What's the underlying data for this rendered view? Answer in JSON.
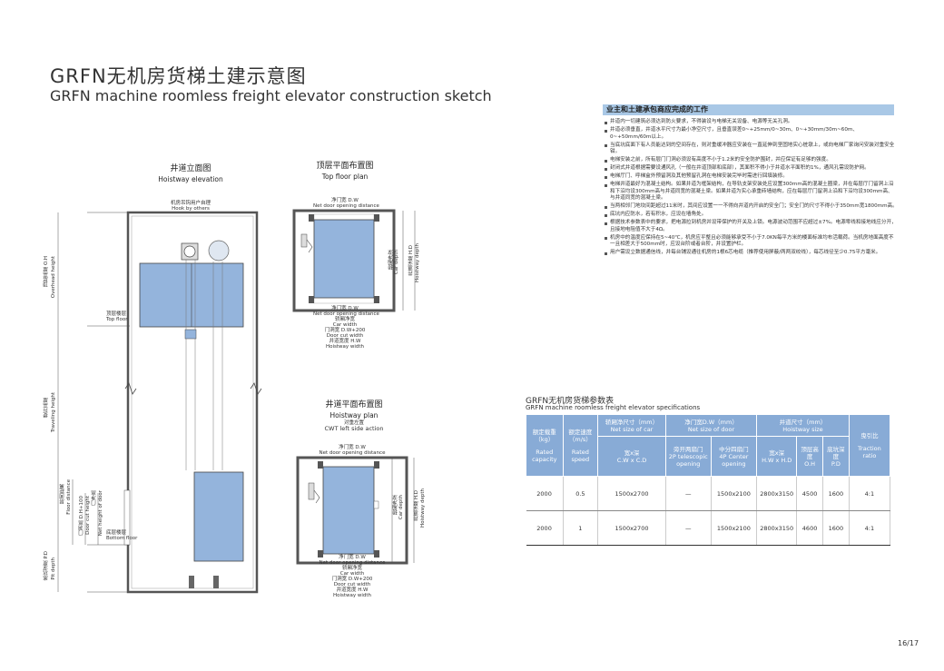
{
  "title_cn": "GRFN无机房货梯土建示意图",
  "title_en": "GRFN machine roomless freight elevator construction sketch",
  "elev": {
    "title_cn": "井道立面图",
    "title_en": "Hoistway elevation",
    "hook_cn": "机房吊钩用户自理",
    "hook_en": "Hook by others",
    "oh_label": "顶层高度 O.H",
    "oh_en": "Overhead height",
    "top_floor_cn": "顶层楼层",
    "top_floor_en": "Top floor",
    "travel_cn": "提升高度",
    "travel_en": "Traveling height",
    "floor_dist_cn": "层间距离",
    "floor_dist_en": "Floor distance",
    "door_h_cn": "门洞高 D.H+100",
    "door_h_en": "Door cut height",
    "clear_h_cn": "门净高",
    "clear_h_en": "Net height of door",
    "bottom_cn": "底层楼层",
    "bottom_en": "Bottom floor",
    "pit_cn": "底坑深度 P.D",
    "pit_en": "Pit depth"
  },
  "topplan": {
    "title_cn": "顶层平面布置图",
    "title_en": "Top floor plan",
    "dw_cn": "净门宽 D.W",
    "dw_en": "Net door opening distance",
    "car_w_cn": "轿厢净宽",
    "car_w_en": "Car width",
    "door_cut_cn": "门洞宽 D.W+200",
    "door_cut_en": "Door cut width",
    "hw_cn": "井道宽度 H.W",
    "hw_en": "Hoistway width",
    "car_d_cn": "轿厢净深",
    "car_d_en": "Car depth",
    "hd_cn": "井道深度 H.D",
    "hd_en": "Hoistway depth"
  },
  "hoistplan": {
    "title_cn": "井道平面布置图",
    "title_en": "Hoistway plan",
    "cwt_cn": "对重左置",
    "cwt_en": "CWT left side action"
  },
  "work": {
    "heading": "业主和土建承包商应完成的工作",
    "items": [
      "井道内一切建筑必须达到防火要求，不得装设与电梯无关设备、电源等无关孔洞。",
      "井道必须垂直，井道水平尺寸为最小净空尺寸，且垂直误差0~+25mm/0~30m、0~+30mm/30m~60m、0~+50mm/60m以上。",
      "当底坑底面下有人员能达到的空间存在，则对重缓冲器应安装在一直延伸到坚固地实心桩墩上，或向电梯厂家询问安装对重安全钳。",
      "电梯安装之前，所有层门门洞必须设有高度不小于1.2米的安全防护围封，并应保证有足够的强度。",
      "封闭式井道根据需要设通风孔（一般在井道顶部和底部），其面积不得小于井道水平面积的1%，通风孔需设防护网。",
      "电梯厅门、呼梯盒外预留洞及其他预留孔洞在电梯安装完毕时需进行回填装修。",
      "电梯井道最好为混凝土结构。如果井道为框架结构，在导轨支架安装处应设置300mm高的混凝土圈梁，并在每层厅门留洞上沿和下沿均设300mm高与井道同宽的混凝土梁。如果井道为实心承重砖墙结构，应在每层厅门留洞上沿和下沿均设300mm高、与井道同宽的混凝土梁。",
      "当两相邻门地坎间距超过11米时，其间应设置一一不得向井道内开启的安全门；安全门的尺寸不得小于350mm宽1800mm高。",
      "底坑内应防水，若有积水，应设在墙角处。",
      "根据技术参数表中的要求，把电源拉到机房并设带保护的开关及上锁。电源波动范围不应超过±7%。电源零线和接地线应分开，且接地电阻值不大于4Ω。",
      "机房中的温度应保持在5~40℃，机房应平整且必须能够承受不小于7.0KN每平方米的楼面标准均布活载荷。当机房地面高度不一且相差大于500mm时，应设台阶或者台阶，并设置护栏。",
      "用户需设立数据通信线，并每台铺设通往机房的1根6芯电缆（推荐使用屏蔽/两两双绞线），每芯线径至少0.75平方毫米。"
    ]
  },
  "spec": {
    "caption_cn": "GRFN无机房货梯参数表",
    "caption_en": "GRFN machine roomless freight elevator specifications",
    "headers": {
      "capacity_cn": "额定载重（kg）",
      "capacity_en": "Rated capacity",
      "speed_cn": "额定速度（m/s）",
      "speed_en": "Rated speed",
      "car_cn": "轿厢净尺寸（mm）",
      "car_en": "Net size of car",
      "car_sub_cn": "宽x深",
      "car_sub_en": "C.W x C.D",
      "door_cn": "净门宽D.W（mm）",
      "door_en": "Net size of door",
      "door_a_cn": "旁开两扇门",
      "door_a_en": "2P telescopic opening",
      "door_b_cn": "中分四扇门",
      "door_b_en": "4P Center opening",
      "hw_cn": "井道尺寸（mm）",
      "hw_en": "Hoistway size",
      "hw_a_cn": "宽x深",
      "hw_a_en": "H.W x H.D",
      "hw_b_cn": "顶层高度",
      "hw_b_en": "O.H",
      "hw_c_cn": "底坑深度",
      "hw_c_en": "P.D",
      "traction_cn": "曳引比",
      "traction_en": "Traction ratio"
    },
    "rows": [
      {
        "capacity": "2000",
        "speed": "0.5",
        "car": "1500x2700",
        "door_a": "—",
        "door_b": "1500x2100",
        "hw": "2800x3150",
        "oh": "4500",
        "pd": "1600",
        "ratio": "4:1"
      },
      {
        "capacity": "2000",
        "speed": "1",
        "car": "1500x2700",
        "door_a": "—",
        "door_b": "1500x2100",
        "hw": "2800x3150",
        "oh": "4600",
        "pd": "1600",
        "ratio": "4:1"
      }
    ]
  },
  "page": "16/17",
  "colors": {
    "fill": "#94b4dc",
    "header": "#88abd6",
    "band": "#a9c8e6",
    "line": "#555555"
  }
}
